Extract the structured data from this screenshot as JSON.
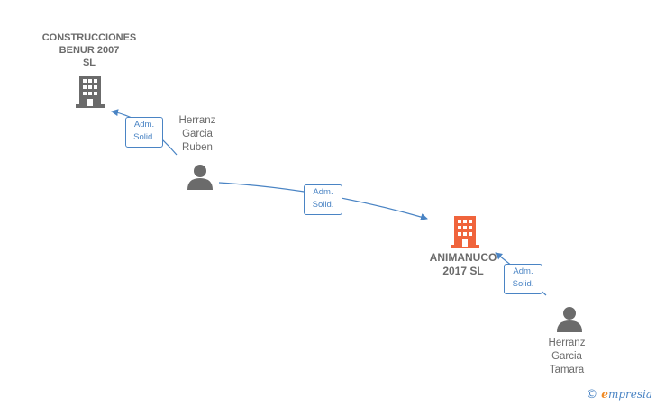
{
  "nodes": {
    "construcciones": {
      "label": "CONSTRUCCIONES\nBENUR 2007\nSL",
      "icon": "building-icon",
      "color": "#6b6b6b"
    },
    "ruben": {
      "label": "Herranz\nGarcia\nRuben",
      "icon": "person-icon",
      "color": "#6b6b6b"
    },
    "animanuco": {
      "label": "ANIMANUCO\n2017  SL",
      "icon": "building-icon",
      "color": "#f0643c"
    },
    "tamara": {
      "label": "Herranz\nGarcia\nTamara",
      "icon": "person-icon",
      "color": "#6b6b6b"
    }
  },
  "edges": [
    {
      "from": "ruben",
      "to": "construcciones",
      "line1": "Adm.",
      "line2": "Solid."
    },
    {
      "from": "ruben",
      "to": "animanuco",
      "line1": "Adm.",
      "line2": "Solid."
    },
    {
      "from": "tamara",
      "to": "animanuco",
      "line1": "Adm.",
      "line2": "Solid."
    }
  ],
  "colors": {
    "edge": "#4a84c4",
    "accent": "#f0643c"
  },
  "brand": {
    "copyright": "©",
    "initial": "e",
    "name": "mpresia"
  }
}
